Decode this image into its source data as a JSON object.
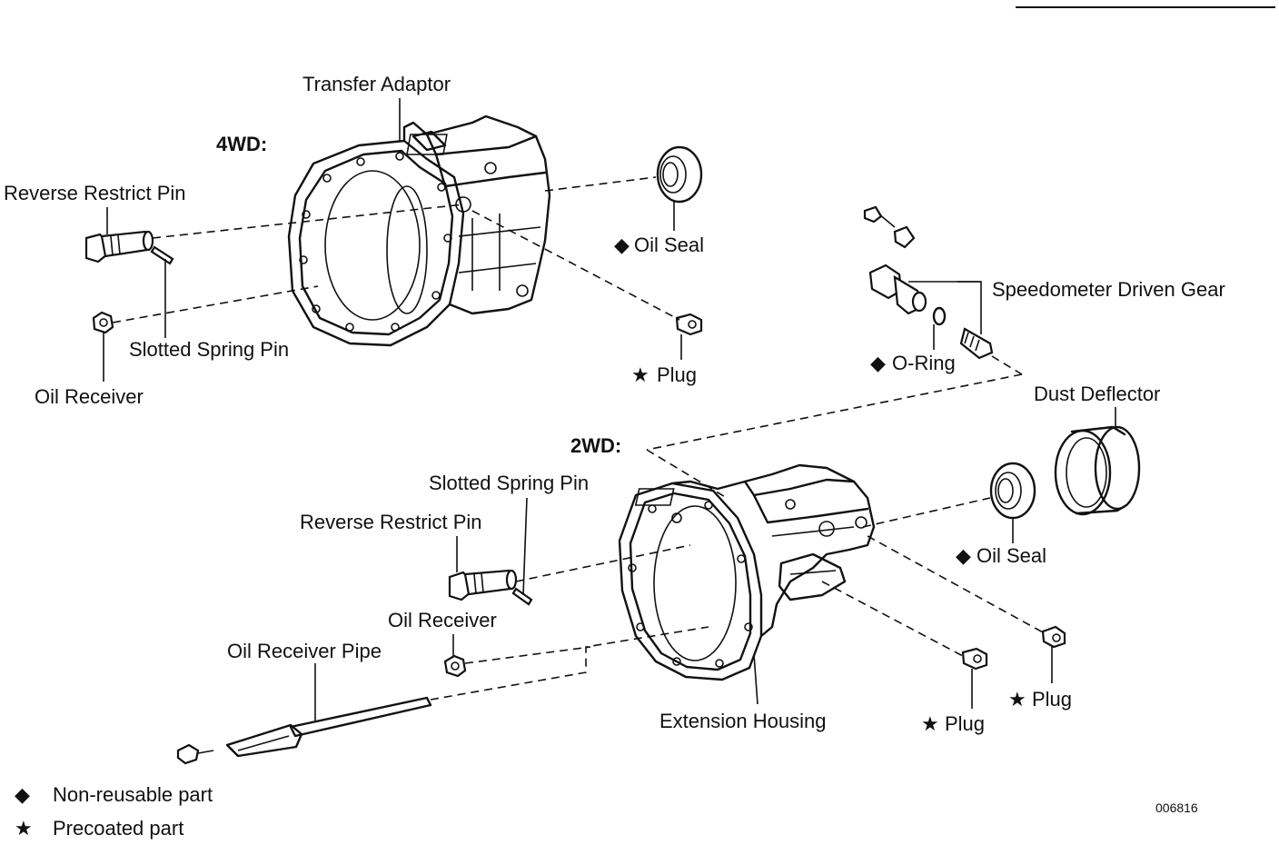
{
  "sections": {
    "four_wd": "4WD:",
    "two_wd": "2WD:"
  },
  "labels": {
    "transfer_adaptor": "Transfer Adaptor",
    "reverse_restrict_pin_4wd": "Reverse Restrict Pin",
    "slotted_spring_pin_4wd": "Slotted Spring Pin",
    "oil_receiver_4wd": "Oil Receiver",
    "oil_seal_4wd": "Oil Seal",
    "plug_4wd": "Plug",
    "speedometer_driven_gear": "Speedometer Driven Gear",
    "o_ring": "O-Ring",
    "dust_deflector": "Dust Deflector",
    "slotted_spring_pin_2wd": "Slotted Spring Pin",
    "reverse_restrict_pin_2wd": "Reverse Restrict Pin",
    "oil_receiver_2wd": "Oil Receiver",
    "oil_receiver_pipe": "Oil Receiver Pipe",
    "extension_housing": "Extension Housing",
    "oil_seal_2wd": "Oil Seal",
    "plug_2wd_a": "Plug",
    "plug_2wd_b": "Plug"
  },
  "symbols": {
    "non_reusable": "◆",
    "precoated": "★"
  },
  "legend": {
    "non_reusable": "Non-reusable part",
    "precoated": "Precoated part"
  },
  "figure_code": "006816"
}
